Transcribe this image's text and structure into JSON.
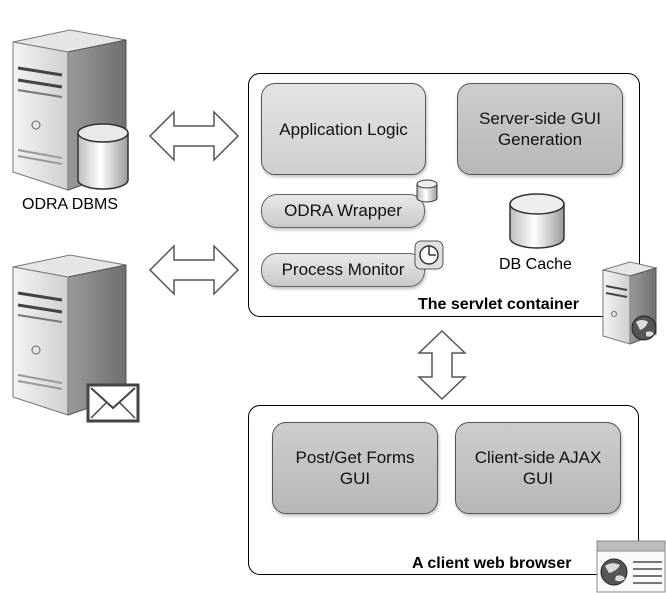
{
  "left": {
    "odra_server_label": "ODRA DBMS"
  },
  "servlet": {
    "title": "The servlet container",
    "application_logic": "Application Logic",
    "server_gui": "Server-side GUI\nGeneration",
    "odra_wrapper": "ODRA Wrapper",
    "process_monitor": "Process Monitor",
    "db_cache": "DB Cache"
  },
  "browser": {
    "title": "A client web browser",
    "post_get_forms": "Post/Get Forms\nGUI",
    "client_ajax": "Client-side AJAX\nGUI"
  }
}
